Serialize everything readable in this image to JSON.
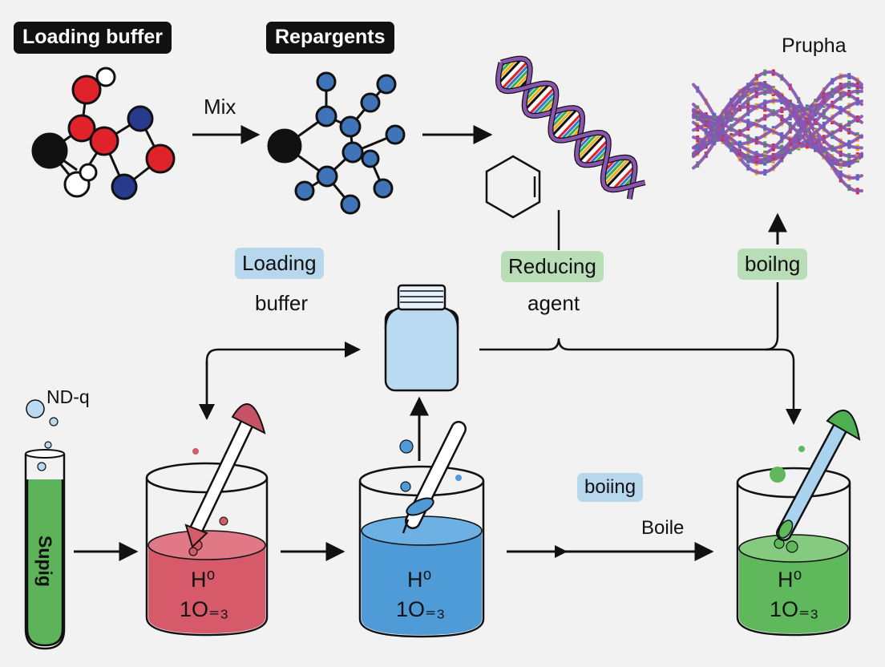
{
  "labels": {
    "loading_buffer_top": "Loading buffer",
    "repargents": "Repargents",
    "mix": "Mix",
    "prupha": "Prupha",
    "loading_buffer_mid_line1": "Loading",
    "loading_buffer_mid_line2": "buffer",
    "reducing_line1": "Reducing",
    "reducing_line2": "agent",
    "boilng": "boilng",
    "nd_q": "ND-q",
    "supig": "Supig",
    "boiing": "boiing",
    "boile": "Boile",
    "beaker_red_line1": "H⁰",
    "beaker_red_line2": "1O₌₃",
    "beaker_blue_line1": "H⁰",
    "beaker_blue_line2": "1O₌₃",
    "beaker_green_line1": "H⁰",
    "beaker_green_line2": "1O₌₃"
  },
  "colors": {
    "background": "#f2f2f2",
    "red_liquid": "#d65a6a",
    "blue_liquid": "#4f9bd8",
    "green_liquid": "#5fb85c",
    "tube_liquid": "#5cb35a",
    "bottle": "#b9daf0",
    "atom_red": "#e0232a",
    "atom_navy": "#283a8c",
    "atom_blue": "#3f74b8",
    "dna_purple": "#8a55b0",
    "tag_blue": "#b6d7ec",
    "tag_green": "#b9ddb6"
  },
  "icons": {
    "molecule_left": "molecule-icon",
    "molecule_mid": "molecule-icon",
    "dna_helix": "dna-helix-icon",
    "benzene_ring": "cyclohexene-ring-icon",
    "denatured_dna": "tangled-dna-icon",
    "bottle": "reagent-bottle-icon",
    "test_tube": "test-tube-icon",
    "beaker": "beaker-icon",
    "pipette": "pipette-icon"
  }
}
